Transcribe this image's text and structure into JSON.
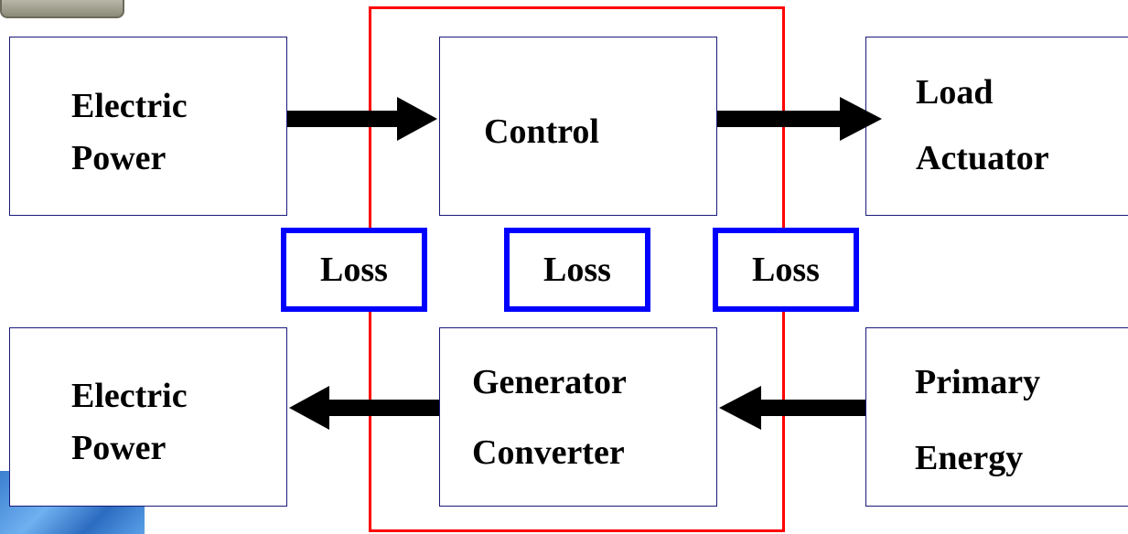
{
  "diagram": {
    "boxes": {
      "electric_power_top": [
        "Electric",
        "Power"
      ],
      "control": "Control",
      "load_actuator": [
        "Load",
        "Actuator"
      ],
      "electric_power_bottom": [
        "Electric",
        "Power"
      ],
      "generator_converter": [
        "Generator",
        "Converter"
      ],
      "primary_energy": [
        "Primary",
        "Energy"
      ]
    },
    "losses": [
      "Loss",
      "Loss",
      "Loss"
    ],
    "colors": {
      "system_boundary": "#ff0000",
      "loss_border": "#0000ff",
      "box_border": "#1a1a7a",
      "arrow": "#000000"
    }
  }
}
